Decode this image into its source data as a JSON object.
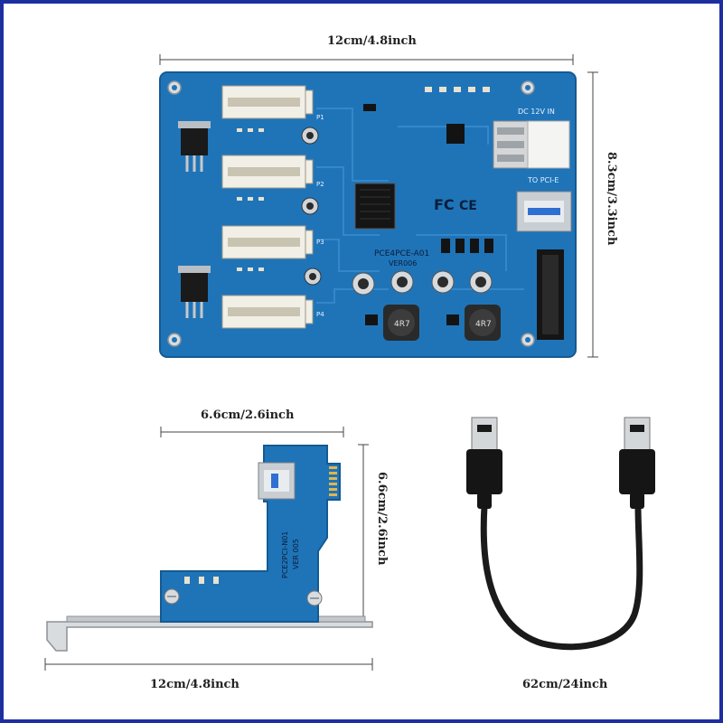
{
  "main_board": {
    "width_label": "12cm/4.8inch",
    "height_label": "8.3cm/3.3inch",
    "model": "PCE4PCE-A01",
    "version": "VER006",
    "power_label": "DC 12V IN",
    "pcie_label": "TO PCI-E",
    "slot_labels": [
      "P1",
      "P2",
      "P3",
      "P4"
    ],
    "inductor_text": "4R7"
  },
  "riser_card": {
    "width_label": "6.6cm/2.6inch",
    "height_label": "6.6cm/2.6inch",
    "bracket_label": "12cm/4.8inch",
    "model": "PCE2PCI-N01",
    "version": "VER 005"
  },
  "usb_cable": {
    "length_label": "62cm/24inch"
  },
  "colors": {
    "frame": "#1d2fa0",
    "pcb": "#1f74b8",
    "pcb_dark": "#155a92",
    "slot": "#f1efe6"
  }
}
